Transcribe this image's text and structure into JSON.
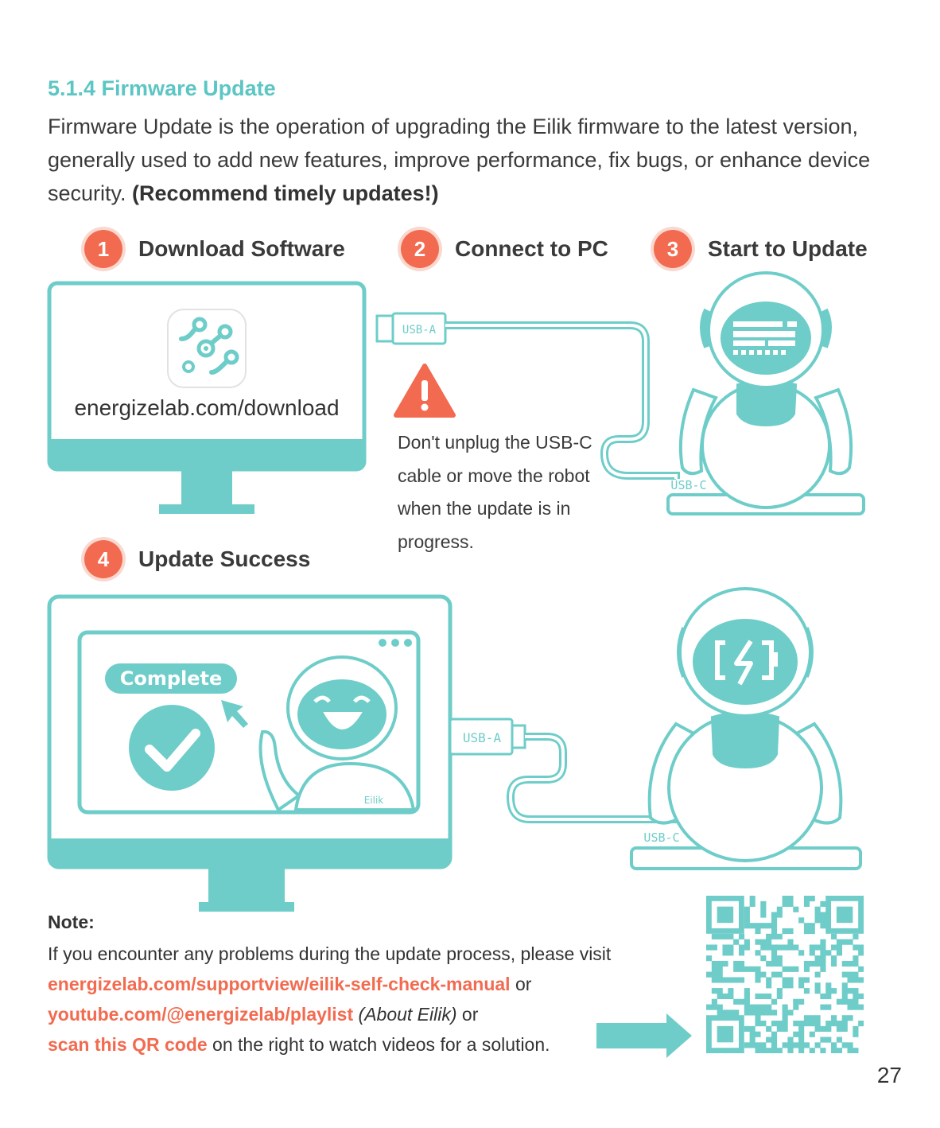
{
  "section_title": "5.1.4 Firmware Update",
  "intro_text": "Firmware Update is the operation of upgrading the Eilik firmware to the latest version, generally used to add new features, improve performance, fix bugs, or enhance device security.",
  "intro_bold": "(Recommend timely updates!)",
  "steps": [
    {
      "number": "1",
      "label": "Download Software"
    },
    {
      "number": "2",
      "label": "Connect to PC"
    },
    {
      "number": "3",
      "label": "Start to Update"
    },
    {
      "number": "4",
      "label": "Update Success"
    }
  ],
  "download_url": "energizelab.com/download",
  "warning_text": "Don't unplug the USB-C cable or move the robot when the update is in progress.",
  "usb_a_label": "USB-A",
  "usb_c_label": "USB-C",
  "complete_label": "Complete",
  "eilik_label": "Eilik",
  "note": {
    "title": "Note:",
    "line1": "If you encounter any problems during the update process, please visit",
    "link1": "energizelab.com/supportview/eilik-self-check-manual",
    "or1": " or",
    "link2": "youtube.com/@energizelab/playlist",
    "about": " (About Eilik)",
    "or2": " or",
    "link3": "scan this QR code",
    "line_end": " on the right to watch videos for a solution."
  },
  "page_number": "27",
  "colors": {
    "teal": "#6ecdc9",
    "orange": "#f26b50",
    "title_teal": "#5cc6c4"
  },
  "icons": [
    "app-logo-icon",
    "warning-icon",
    "checkmark-icon",
    "battery-charging-icon",
    "cursor-arrow-icon",
    "arrow-right-icon",
    "qr-code-icon"
  ]
}
